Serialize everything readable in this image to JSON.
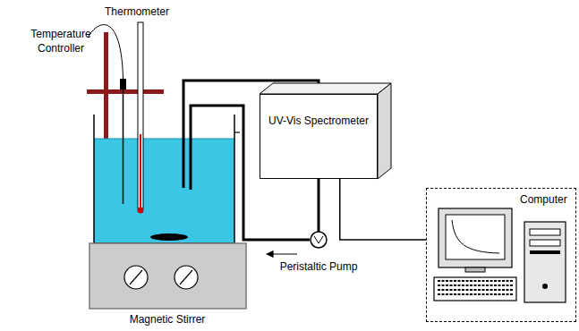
{
  "diagram": {
    "nodes": [
      {
        "text": [
          "UV-Vis Spectrometer"
        ]
      },
      {
        "text": [
          "Computer"
        ]
      }
    ],
    "edges": [
      {
        "from": 0,
        "to": 1,
        "arrow": "none"
      }
    ],
    "labels": [
      "Thermometer",
      "Temperature Controller",
      "Peristaltic Pump",
      "Magnetic Stirrer"
    ]
  }
}
